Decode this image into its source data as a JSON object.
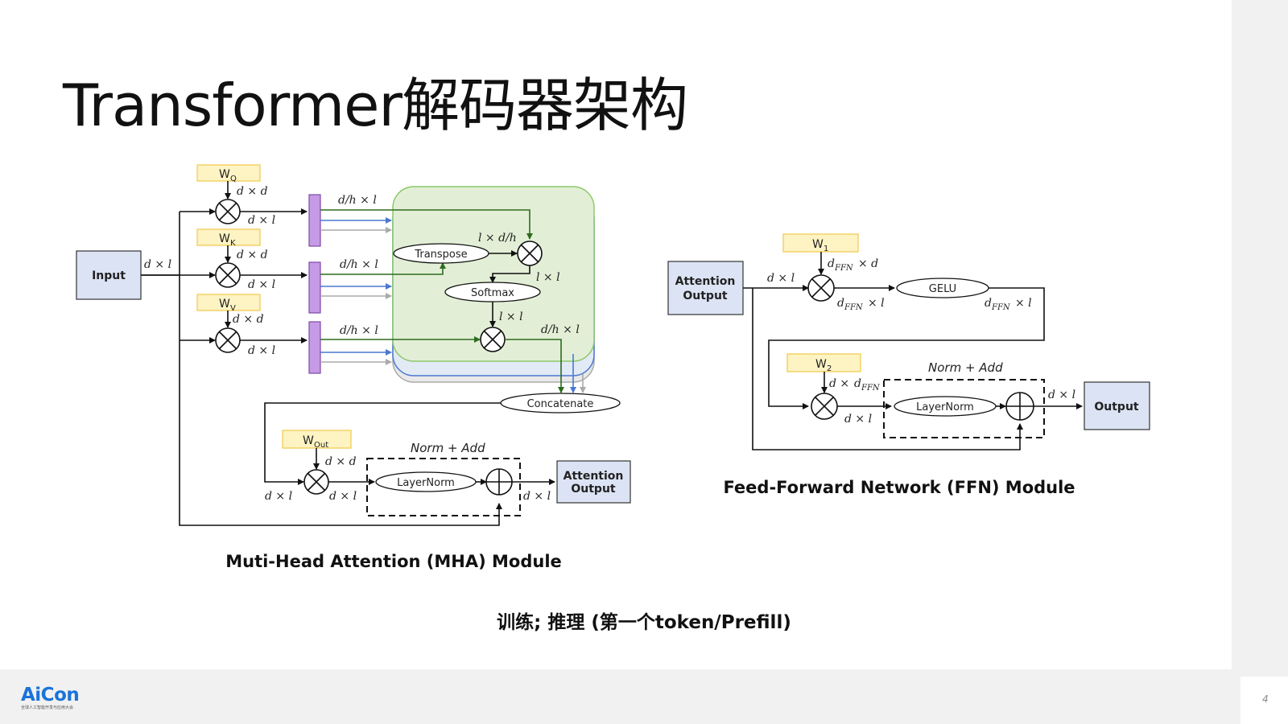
{
  "slide": {
    "title": "Transformer解码器架构",
    "caption": "训练; 推理 (第一个token/Prefill)",
    "page_number": "4"
  },
  "logo": {
    "name": "AiCon",
    "subtitle": "全球人工智能开发与应用大会",
    "color": "#1a73d9"
  },
  "mha": {
    "title": "Muti-Head Attention (MHA) Module",
    "input_label": "Input",
    "weights": [
      "W",
      "W",
      "W",
      "W"
    ],
    "weight_subs": [
      "Q",
      "K",
      "V",
      "Out"
    ],
    "transpose_label": "Transpose",
    "softmax_label": "Softmax",
    "concat_label": "Concatenate",
    "layernorm_label": "LayerNorm",
    "norm_add_label": "Norm + Add",
    "output_line1": "Attention",
    "output_line2": "Output",
    "dims": {
      "d_x_d": "d × d",
      "d_x_l": "d × l",
      "dh_x_l": "d/h × l",
      "l_x_dh": "l × d/h",
      "l_x_l": "l × l"
    }
  },
  "ffn": {
    "title": "Feed-Forward Network (FFN) Module",
    "input_line1": "Attention",
    "input_line2": "Output",
    "weights": [
      "W",
      "W"
    ],
    "weight_subs": [
      "1",
      "2"
    ],
    "gelu_label": "GELU",
    "layernorm_label": "LayerNorm",
    "norm_add_label": "Norm + Add",
    "output_label": "Output",
    "dims": {
      "d_x_l": "d × l",
      "dffn_x_d_d": "d",
      "dffn_sub": "FFN",
      "x_d": "× d",
      "x_l": "× l",
      "d_x": "d × d"
    }
  },
  "colors": {
    "weight_box": "#fdf3c3",
    "weight_border": "#f1c94a",
    "io_box": "#dce3f4",
    "head_bar": "#c79ae6",
    "green_panel": "#e2efd6",
    "green_border": "#8cc86a",
    "blue_line": "#4a78d0"
  }
}
